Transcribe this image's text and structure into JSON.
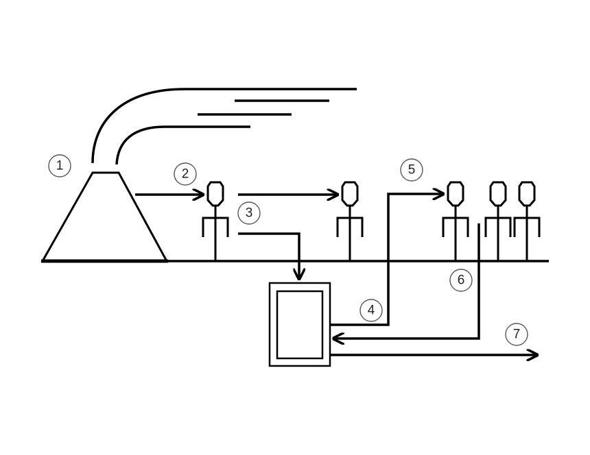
{
  "markers": {
    "m1": "1",
    "m2": "2",
    "m3": "3",
    "m4": "4",
    "m5": "5",
    "m6": "6",
    "m7": "7"
  },
  "colors": {
    "line": "#000000",
    "background": "#ffffff",
    "marker_outline": "#555555"
  },
  "icons": {
    "source": "volcano-icon",
    "figures": "person-icon",
    "container": "box-icon"
  }
}
